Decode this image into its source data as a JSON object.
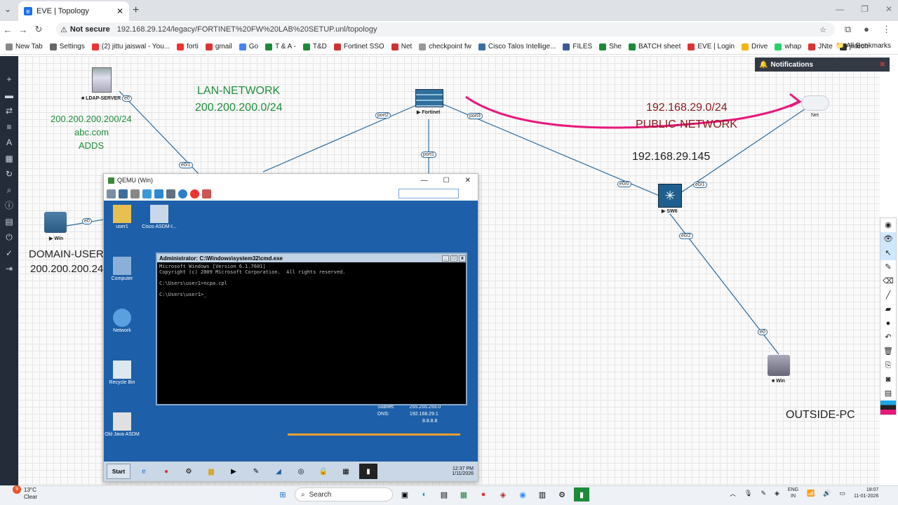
{
  "browser": {
    "tab_title": "EVE | Topology",
    "url_security": "Not secure",
    "url": "192.168.29.124/legacy/FORTINET%20FW%20LAB%20SETUP.unl/topology",
    "bookmarks": [
      "New Tab",
      "Settings",
      "(2) jittu jaiswal - You...",
      "forti",
      "gmail",
      "Go",
      "T & A -",
      "T&D",
      "Fortinet SSO",
      "Net",
      "checkpoint fw",
      "Cisco Talos Intellige...",
      "FILES",
      "She",
      "BATCH sheet",
      "EVE | Login",
      "Drive",
      "whap",
      "JNte",
      "jntech"
    ],
    "all_bookmarks": "All Bookmarks"
  },
  "eve": {
    "notifications": "Notifications",
    "labels": {
      "lan": "LAN-NETWORK",
      "lan_subnet": "200.200.200.0/24",
      "ldap_ip": "200.200.200.200/24",
      "ldap_domain": "abc.com",
      "ldap_role": "ADDS",
      "public_subnet": "192.168.29.0/24",
      "public_label": "PUBLIC-NETWORK",
      "sw_ip": "192.168.29.145",
      "domain_user": "DOMAIN-USER",
      "domain_user_ip": "200.200.200.24",
      "outside": "OUTSIDE-PC"
    },
    "nodes": {
      "ldap": "LDAP-SERVER",
      "fortinet": "Fortinet",
      "net": "Net",
      "sw": "SW6",
      "win1": "Win",
      "win2": "Win"
    },
    "ports": {
      "ldap_e0": "e0",
      "sw_e01_top": "e0/1",
      "port2": "port2",
      "port3": "port3",
      "port1": "port1",
      "sw_e00": "e0/0",
      "sw_e01": "e0/1",
      "sw_e02": "e0/2",
      "win_e0": "e0",
      "win2_e0": "e0"
    }
  },
  "qemu": {
    "title": "QEMU (Win)",
    "desktop": [
      "user1",
      "Cisco ASDM-I...",
      "Computer",
      "Network",
      "Recycle Bin",
      "Old Java ASDM"
    ],
    "cmd": {
      "title": "Administrator: C:\\Windows\\system32\\cmd.exe",
      "lines": "Microsoft Windows [Version 6.1.7601]\nCopyright (c) 2009 Microsoft Corporation.  All rights reserved.\n\nC:\\Users\\user1>ncpa.cpl\n\nC:\\Users\\user1>_"
    },
    "net": {
      "subnet_label": "Subnet:",
      "subnet_val": "255.255.255.0",
      "dns_label": "DNS:",
      "dns_1": "192.168.29.1",
      "dns_2": "8.8.8.8"
    },
    "start": "Start",
    "time": "12:37 PM",
    "date": "1/11/2026"
  },
  "taskbar": {
    "temp": "13°C",
    "cond": "Clear",
    "badge": "9",
    "search": "Search",
    "lang1": "ENG",
    "lang2": "IN",
    "time": "18:07",
    "date": "11-01-2026"
  }
}
